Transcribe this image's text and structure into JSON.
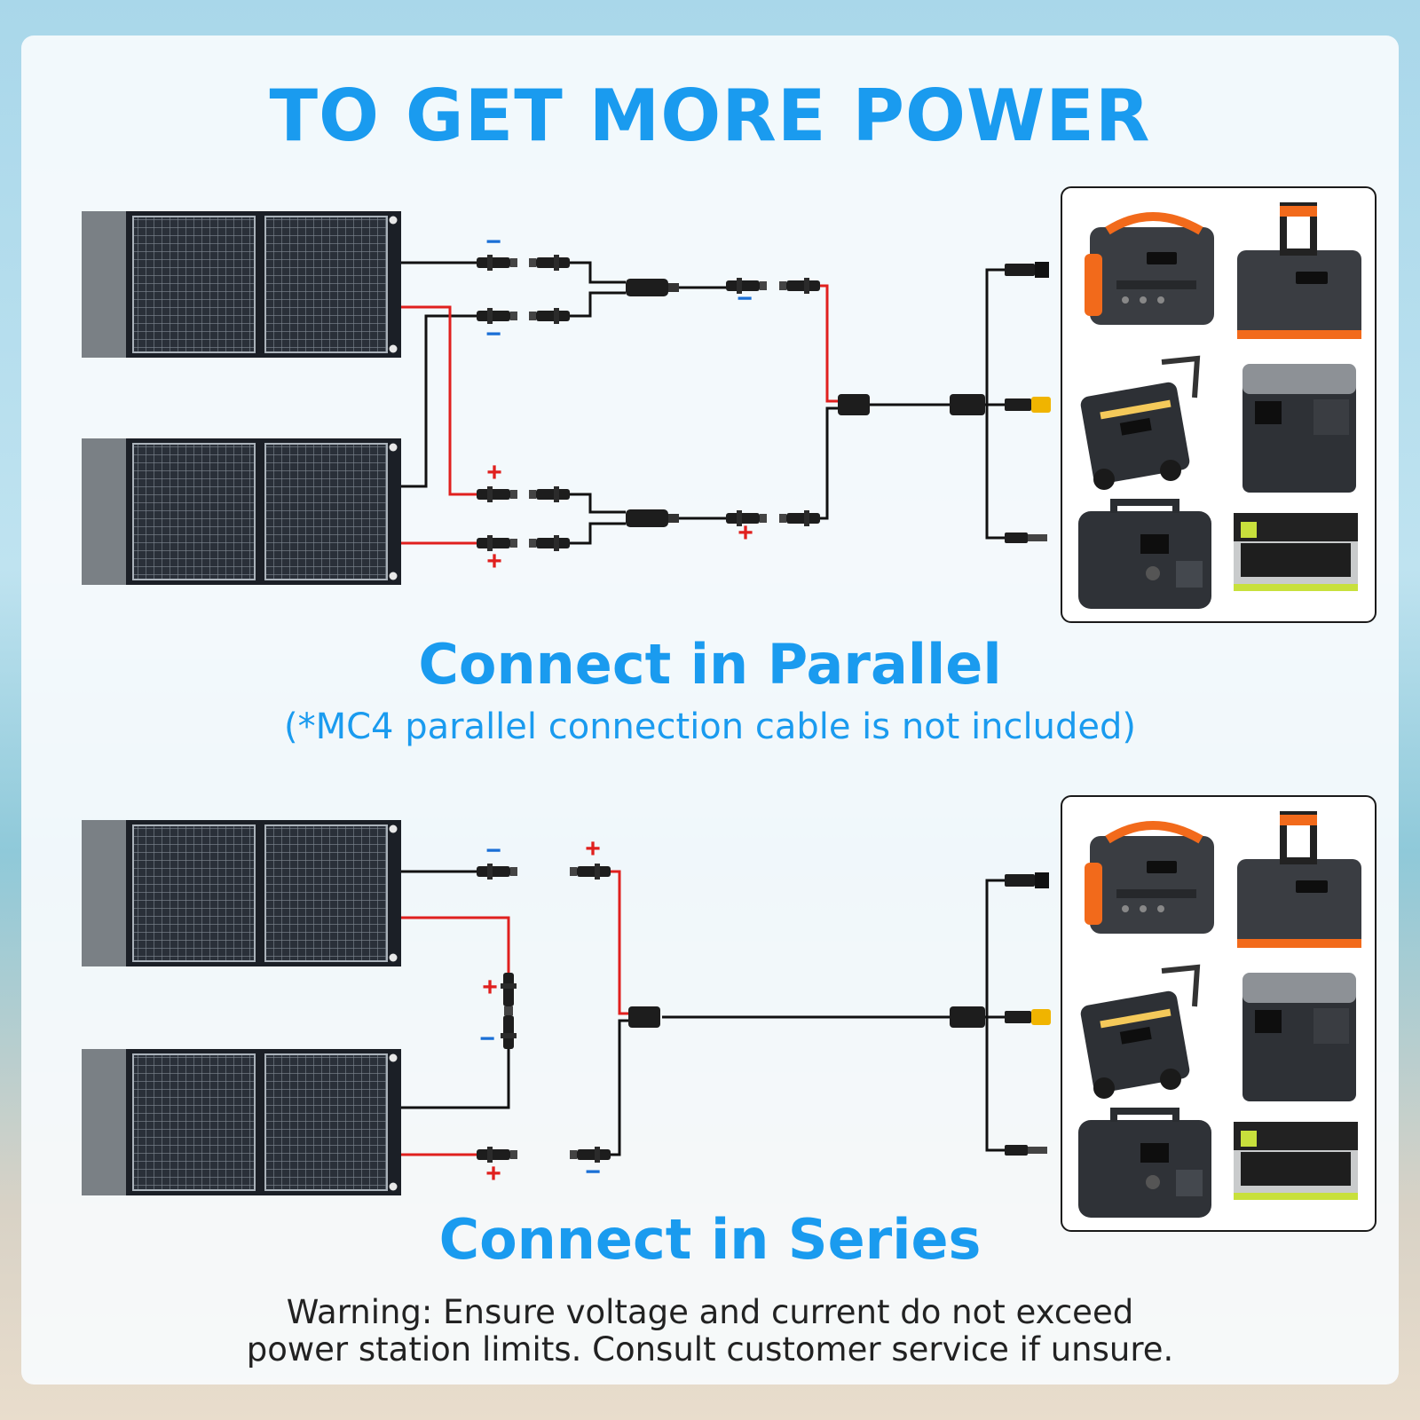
{
  "headline": "TO GET MORE POWER",
  "parallel": {
    "title": "Connect in Parallel",
    "note": "(*MC4 parallel connection cable is not included)"
  },
  "series": {
    "title": "Connect in Series"
  },
  "warning": {
    "line1": "Warning: Ensure voltage and current do not exceed",
    "line2": "power station limits. Consult customer service if unsure."
  },
  "polarity": {
    "positive": "+",
    "negative": "−"
  },
  "colors": {
    "accent": "#1a9bef",
    "positive_wire": "#e0201e",
    "negative_wire": "#111111",
    "panel": "#1b1f26",
    "station_orange": "#f26a1b",
    "station_green": "#c8e03c"
  },
  "icons": [
    "solar-panel-icon",
    "mc4-connector-icon",
    "y-branch-connector-icon",
    "anderson-plug-icon",
    "xt60-plug-icon",
    "dc-barrel-plug-icon",
    "power-station-icon"
  ]
}
